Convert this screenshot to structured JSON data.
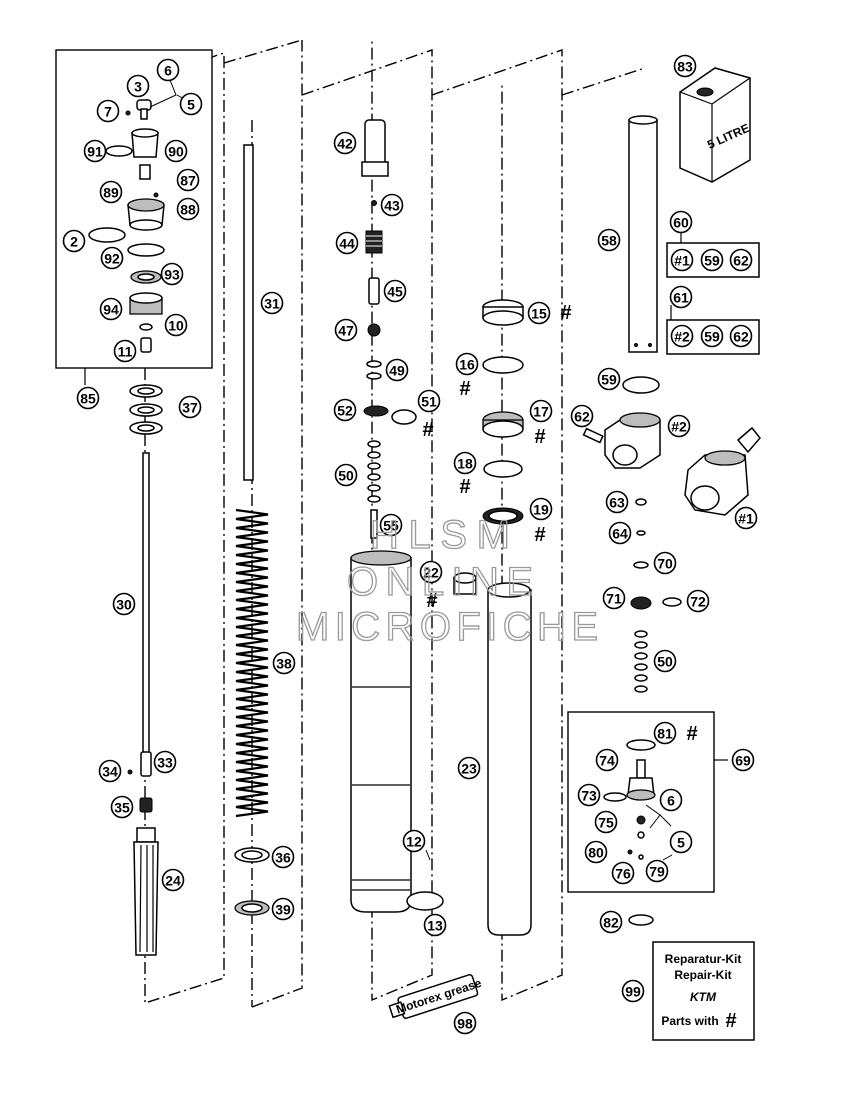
{
  "diagram": {
    "callouts": [
      {
        "id": "c6a",
        "label": "6"
      },
      {
        "id": "c3",
        "label": "3"
      },
      {
        "id": "c7",
        "label": "7"
      },
      {
        "id": "c5a",
        "label": "5"
      },
      {
        "id": "c91",
        "label": "91"
      },
      {
        "id": "c90",
        "label": "90"
      },
      {
        "id": "c87",
        "label": "87"
      },
      {
        "id": "c89",
        "label": "89"
      },
      {
        "id": "c88",
        "label": "88"
      },
      {
        "id": "c2",
        "label": "2"
      },
      {
        "id": "c92",
        "label": "92"
      },
      {
        "id": "c93",
        "label": "93"
      },
      {
        "id": "c94",
        "label": "94"
      },
      {
        "id": "c10",
        "label": "10"
      },
      {
        "id": "c11",
        "label": "11"
      },
      {
        "id": "c85",
        "label": "85"
      },
      {
        "id": "c37",
        "label": "37"
      },
      {
        "id": "c30",
        "label": "30"
      },
      {
        "id": "c34",
        "label": "34"
      },
      {
        "id": "c33",
        "label": "33"
      },
      {
        "id": "c35",
        "label": "35"
      },
      {
        "id": "c24",
        "label": "24"
      },
      {
        "id": "c31",
        "label": "31"
      },
      {
        "id": "c38",
        "label": "38"
      },
      {
        "id": "c36",
        "label": "36"
      },
      {
        "id": "c39",
        "label": "39"
      },
      {
        "id": "c42",
        "label": "42"
      },
      {
        "id": "c43",
        "label": "43"
      },
      {
        "id": "c44",
        "label": "44"
      },
      {
        "id": "c45",
        "label": "45"
      },
      {
        "id": "c47",
        "label": "47"
      },
      {
        "id": "c49",
        "label": "49"
      },
      {
        "id": "c52",
        "label": "52"
      },
      {
        "id": "c51",
        "label": "51"
      },
      {
        "id": "c50a",
        "label": "50"
      },
      {
        "id": "c55",
        "label": "55"
      },
      {
        "id": "c22",
        "label": "22"
      },
      {
        "id": "c12",
        "label": "12"
      },
      {
        "id": "c13",
        "label": "13"
      },
      {
        "id": "c98",
        "label": "98"
      },
      {
        "id": "c15",
        "label": "15"
      },
      {
        "id": "c16",
        "label": "16"
      },
      {
        "id": "c17",
        "label": "17"
      },
      {
        "id": "c18",
        "label": "18"
      },
      {
        "id": "c19",
        "label": "19"
      },
      {
        "id": "c23",
        "label": "23"
      },
      {
        "id": "c83",
        "label": "83"
      },
      {
        "id": "c58",
        "label": "58"
      },
      {
        "id": "c60",
        "label": "60"
      },
      {
        "id": "c1a",
        "label": "#1"
      },
      {
        "id": "c59a",
        "label": "59"
      },
      {
        "id": "c62a",
        "label": "62"
      },
      {
        "id": "c61",
        "label": "61"
      },
      {
        "id": "c2a",
        "label": "#2"
      },
      {
        "id": "c59b",
        "label": "59"
      },
      {
        "id": "c62b",
        "label": "62"
      },
      {
        "id": "c59c",
        "label": "59"
      },
      {
        "id": "c62c",
        "label": "62"
      },
      {
        "id": "c2b",
        "label": "#2"
      },
      {
        "id": "c1b",
        "label": "#1"
      },
      {
        "id": "c63",
        "label": "63"
      },
      {
        "id": "c64",
        "label": "64"
      },
      {
        "id": "c70",
        "label": "70"
      },
      {
        "id": "c71",
        "label": "71"
      },
      {
        "id": "c72",
        "label": "72"
      },
      {
        "id": "c50b",
        "label": "50"
      },
      {
        "id": "c81",
        "label": "81"
      },
      {
        "id": "c69",
        "label": "69"
      },
      {
        "id": "c74",
        "label": "74"
      },
      {
        "id": "c73",
        "label": "73"
      },
      {
        "id": "c6b",
        "label": "6"
      },
      {
        "id": "c75",
        "label": "75"
      },
      {
        "id": "c5b",
        "label": "5"
      },
      {
        "id": "c80",
        "label": "80"
      },
      {
        "id": "c76",
        "label": "76"
      },
      {
        "id": "c79",
        "label": "79"
      },
      {
        "id": "c82",
        "label": "82"
      },
      {
        "id": "c99",
        "label": "99"
      }
    ],
    "hash_symbol": "#",
    "oil_can_label": "5 LITRE",
    "grease_tube_label": "Motorex grease",
    "repair_kit": {
      "line1": "Reparatur-Kit",
      "line2": "Repair-Kit",
      "logo": "KTM",
      "line3": "Parts with"
    },
    "watermark": {
      "line1": "HLSM",
      "line2": "ONLINE",
      "line3": "MICROFICHE"
    }
  }
}
